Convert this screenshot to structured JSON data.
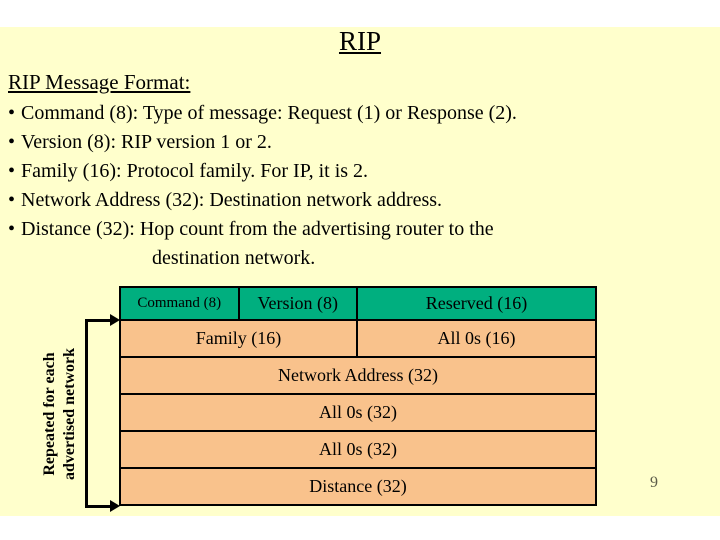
{
  "slide": {
    "title": "RIP",
    "heading": "RIP Message Format:",
    "bullet_char": "•",
    "bullets": [
      "Command (8): Type of message: Request (1) or Response (2).",
      "Version (8): RIP version 1 or 2.",
      "Family (16): Protocol family. For IP, it is 2.",
      "Network Address (32): Destination network address.",
      "Distance (32): Hop count from the advertising router to the"
    ],
    "bullet_continuation": "destination network.",
    "page_number": "9",
    "colors": {
      "slide_background": "#FFFFCC",
      "header_row_green": "#00AF7F",
      "data_row_peach": "#F9C28C"
    }
  },
  "diagram": {
    "side_label_line1": "Repeated for each",
    "side_label_line2": "advertised network",
    "rows": [
      {
        "cells": [
          {
            "label": "Command (8)"
          },
          {
            "label": "Version (8)"
          },
          {
            "label": "Reserved (16)"
          }
        ]
      },
      {
        "cells": [
          {
            "label": "Family (16)"
          },
          {
            "label": "All 0s (16)"
          }
        ]
      },
      {
        "cells": [
          {
            "label": "Network Address (32)"
          }
        ]
      },
      {
        "cells": [
          {
            "label": "All 0s (32)"
          }
        ]
      },
      {
        "cells": [
          {
            "label": "All 0s (32)"
          }
        ]
      },
      {
        "cells": [
          {
            "label": "Distance (32)"
          }
        ]
      }
    ]
  }
}
